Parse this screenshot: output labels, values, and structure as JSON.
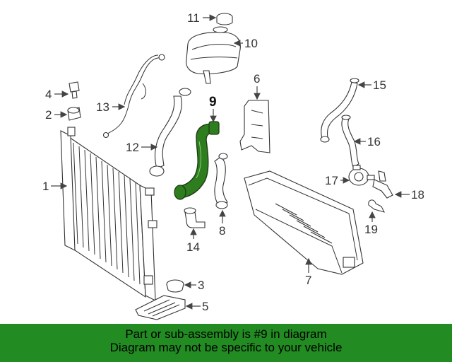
{
  "diagram": {
    "highlighted_part": "9",
    "highlight_color": "#2e7d1f",
    "callouts": {
      "c1": "1",
      "c2": "2",
      "c3": "3",
      "c4": "4",
      "c5": "5",
      "c6": "6",
      "c7": "7",
      "c8": "8",
      "c9": "9",
      "c10": "10",
      "c11": "11",
      "c12": "12",
      "c13": "13",
      "c14": "14",
      "c15": "15",
      "c16": "16",
      "c17": "17",
      "c18": "18",
      "c19": "19"
    }
  },
  "banner": {
    "line1": "Part or sub-assembly is #9 in diagram",
    "line2": "Diagram may not be specific to your vehicle",
    "background": "#228b22"
  }
}
